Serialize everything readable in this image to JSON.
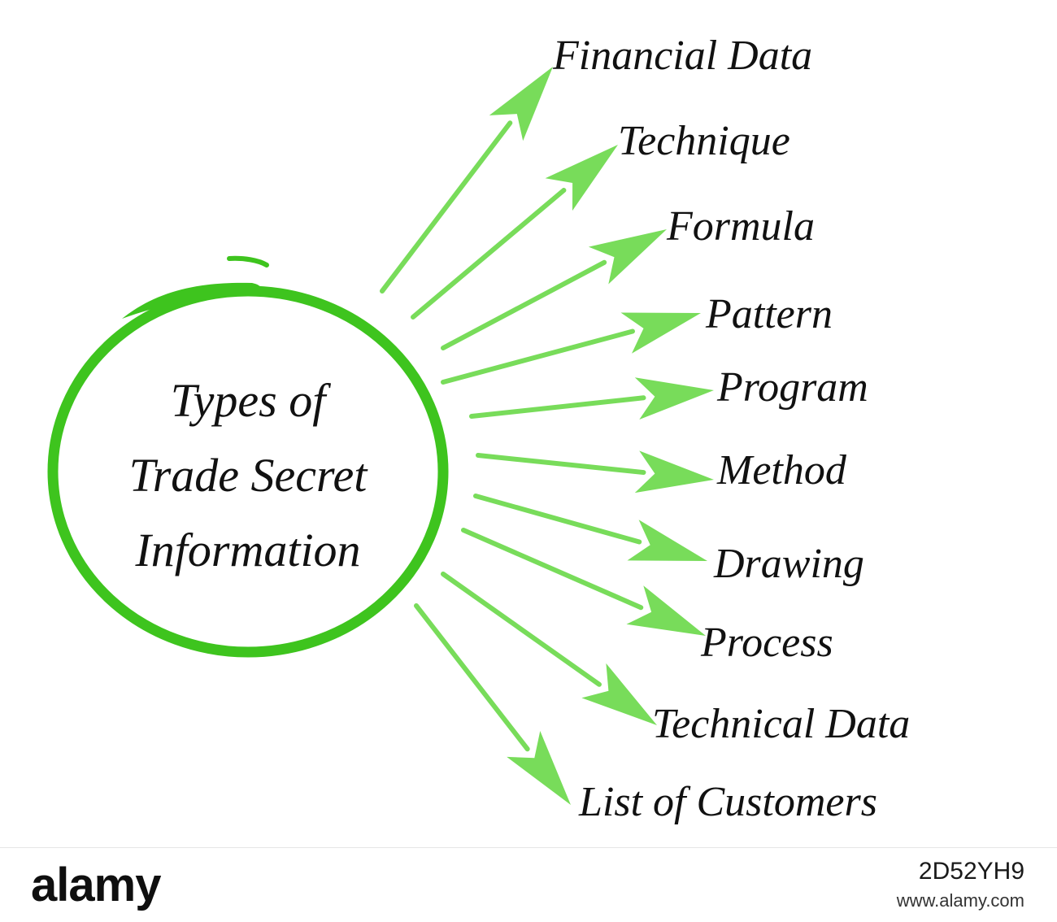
{
  "diagram": {
    "center_title": [
      "Types of",
      "Trade Secret",
      "Information"
    ],
    "items": [
      "Financial Data",
      "Technique",
      "Formula",
      "Pattern",
      "Program",
      "Method",
      "Drawing",
      "Process",
      "Technical Data",
      "List of Customers"
    ],
    "colors": {
      "circle": "#3ec41e",
      "arrow": "#78dc5a",
      "text": "#111111"
    }
  },
  "footer": {
    "logo": "alamy",
    "image_id": "2D52YH9",
    "site": "www.alamy.com"
  }
}
